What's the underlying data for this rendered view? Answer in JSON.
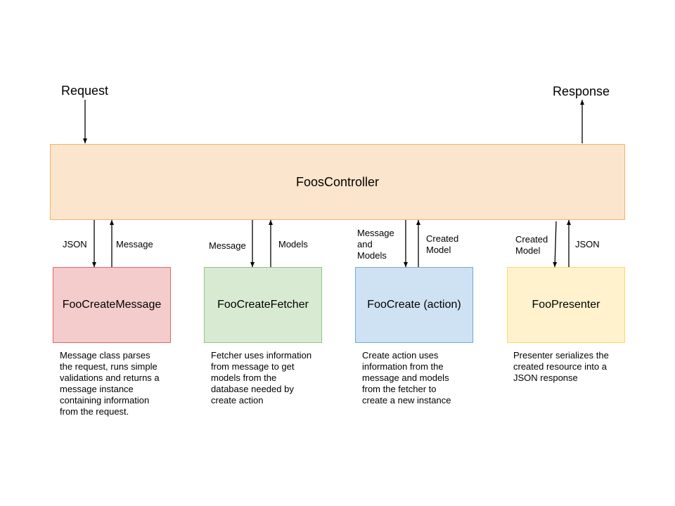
{
  "labels": {
    "request": "Request",
    "response": "Response"
  },
  "controller": {
    "name": "FoosController",
    "fill": "#fce5cd",
    "stroke": "#f6b26b"
  },
  "components": [
    {
      "name": "FooCreateMessage",
      "fill": "#f4cccc",
      "stroke": "#e06666",
      "in_label": "JSON",
      "out_label": "Message",
      "description": "Message class parses\nthe request, runs simple\nvalidations and returns a\nmessage instance\ncontaining information\nfrom the request."
    },
    {
      "name": "FooCreateFetcher",
      "fill": "#d9ead3",
      "stroke": "#93c47d",
      "in_label": "Message",
      "out_label": "Models",
      "description": "Fetcher uses information\nfrom message to get\nmodels from the\ndatabase needed by\ncreate action"
    },
    {
      "name": "FooCreate (action)",
      "fill": "#cfe2f3",
      "stroke": "#6fa8dc",
      "in_label": "Message\nand\nModels",
      "out_label": "Created\nModel",
      "description": "Create action uses\ninformation from the\nmessage and models\nfrom the fetcher to\ncreate a new instance"
    },
    {
      "name": "FooPresenter",
      "fill": "#fff2cc",
      "stroke": "#ffd966",
      "in_label": "Created\nModel",
      "out_label": "JSON",
      "description": "Presenter serializes the\ncreated resource into a\nJSON response"
    }
  ]
}
